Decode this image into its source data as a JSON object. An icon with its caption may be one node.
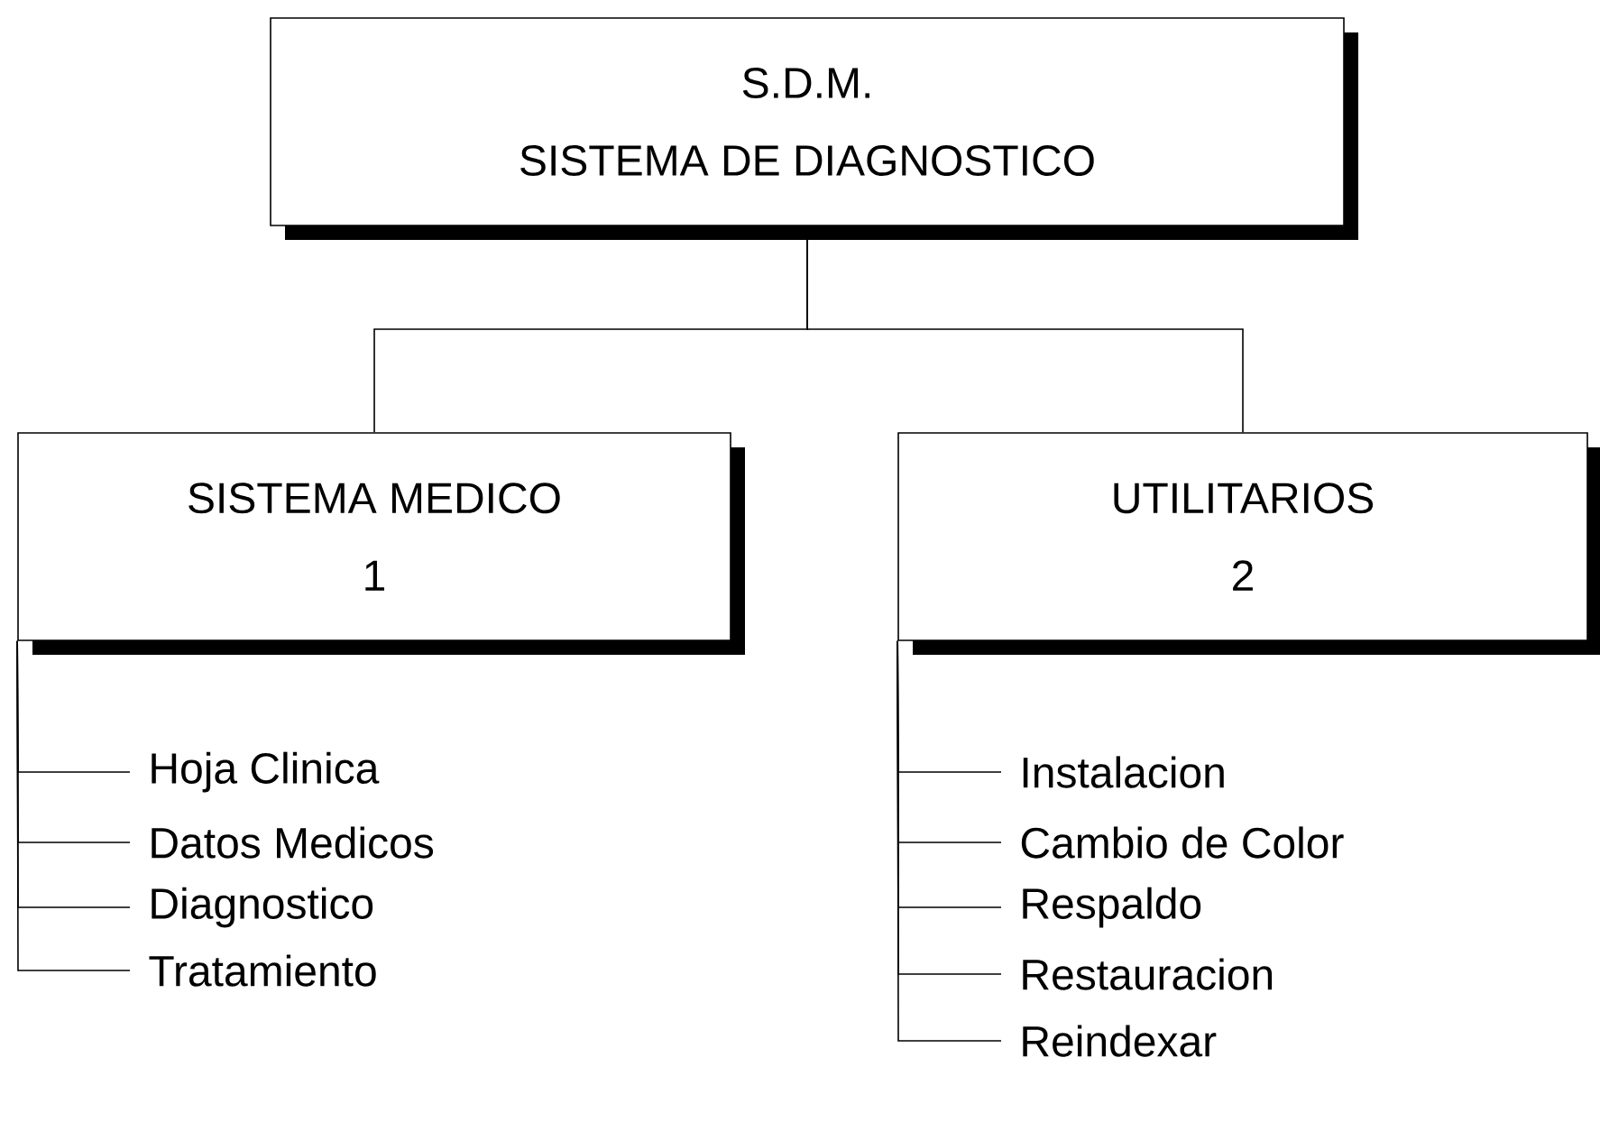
{
  "diagram": {
    "nodes": [
      {
        "text": [
          "S.D.M.",
          "SISTEMA DE DIAGNOSTICO"
        ]
      },
      {
        "text": [
          "SISTEMA MEDICO",
          "1"
        ]
      },
      {
        "text": [
          "UTILITARIOS",
          "2"
        ]
      },
      {
        "text": [
          "Hoja Clinica"
        ]
      },
      {
        "text": [
          "Datos Medicos"
        ]
      },
      {
        "text": [
          "Diagnostico"
        ]
      },
      {
        "text": [
          "Tratamiento"
        ]
      },
      {
        "text": [
          "Instalacion"
        ]
      },
      {
        "text": [
          "Cambio de Color"
        ]
      },
      {
        "text": [
          "Respaldo"
        ]
      },
      {
        "text": [
          "Restauracion"
        ]
      },
      {
        "text": [
          "Reindexar"
        ]
      }
    ],
    "edges": [
      {
        "from": 0,
        "to": 1,
        "arrow": "none"
      },
      {
        "from": 0,
        "to": 2,
        "arrow": "none"
      },
      {
        "from": 1,
        "to": 3,
        "arrow": "none"
      },
      {
        "from": 1,
        "to": 4,
        "arrow": "none"
      },
      {
        "from": 1,
        "to": 5,
        "arrow": "none"
      },
      {
        "from": 1,
        "to": 6,
        "arrow": "none"
      },
      {
        "from": 2,
        "to": 7,
        "arrow": "none"
      },
      {
        "from": 2,
        "to": 8,
        "arrow": "none"
      },
      {
        "from": 2,
        "to": 9,
        "arrow": "none"
      },
      {
        "from": 2,
        "to": 10,
        "arrow": "none"
      },
      {
        "from": 2,
        "to": 11,
        "arrow": "none"
      }
    ]
  }
}
